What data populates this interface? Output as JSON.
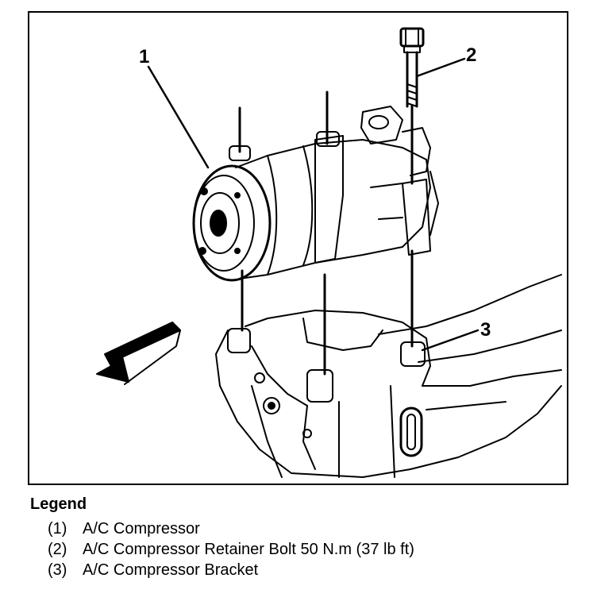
{
  "figure": {
    "callouts": [
      "1",
      "2",
      "3"
    ]
  },
  "legend": {
    "title": "Legend",
    "items": [
      {
        "num": "(1)",
        "text": "A/C Compressor"
      },
      {
        "num": "(2)",
        "text": "A/C Compressor Retainer Bolt 50 N.m (37 lb ft)"
      },
      {
        "num": "(3)",
        "text": "A/C Compressor Bracket"
      }
    ]
  }
}
